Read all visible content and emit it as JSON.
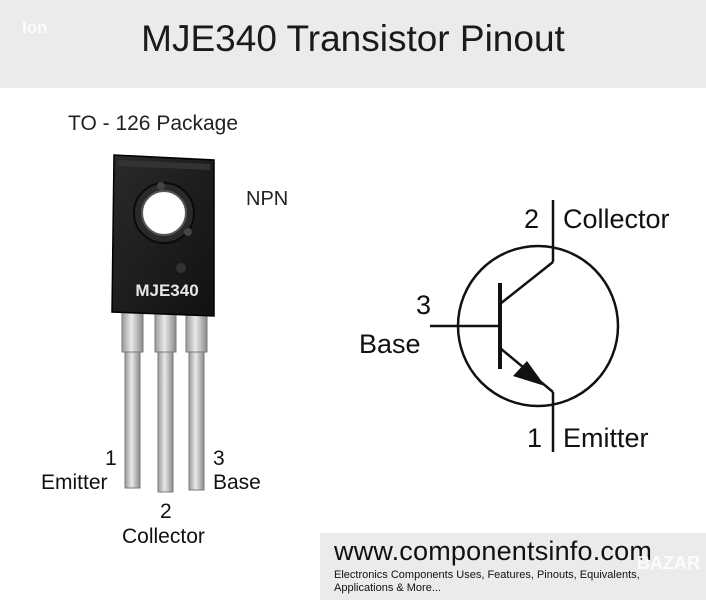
{
  "header": {
    "title": "MJE340 Transistor Pinout",
    "watermark": "Ion"
  },
  "package": {
    "name": "TO - 126 Package",
    "type": "NPN",
    "marking": "MJE340"
  },
  "photo_pins": [
    {
      "number": "1",
      "label": "Emitter"
    },
    {
      "number": "2",
      "label": "Collector"
    },
    {
      "number": "3",
      "label": "Base"
    }
  ],
  "schematic": {
    "collector": {
      "number": "2",
      "label": "Collector"
    },
    "base": {
      "number": "3",
      "label": "Base"
    },
    "emitter": {
      "number": "1",
      "label": "Emitter"
    }
  },
  "footer": {
    "site": "www.componentsinfo.com",
    "tagline": "Electronics Components Uses, Features, Pinouts, Equivalents, Applications & More...",
    "watermark": "BAZAR"
  },
  "colors": {
    "header_bg": "#ebebeb",
    "footer_bg": "#ebebeb",
    "package_body": "#1c1c1c",
    "lead_metal": "#c9c9c9"
  }
}
